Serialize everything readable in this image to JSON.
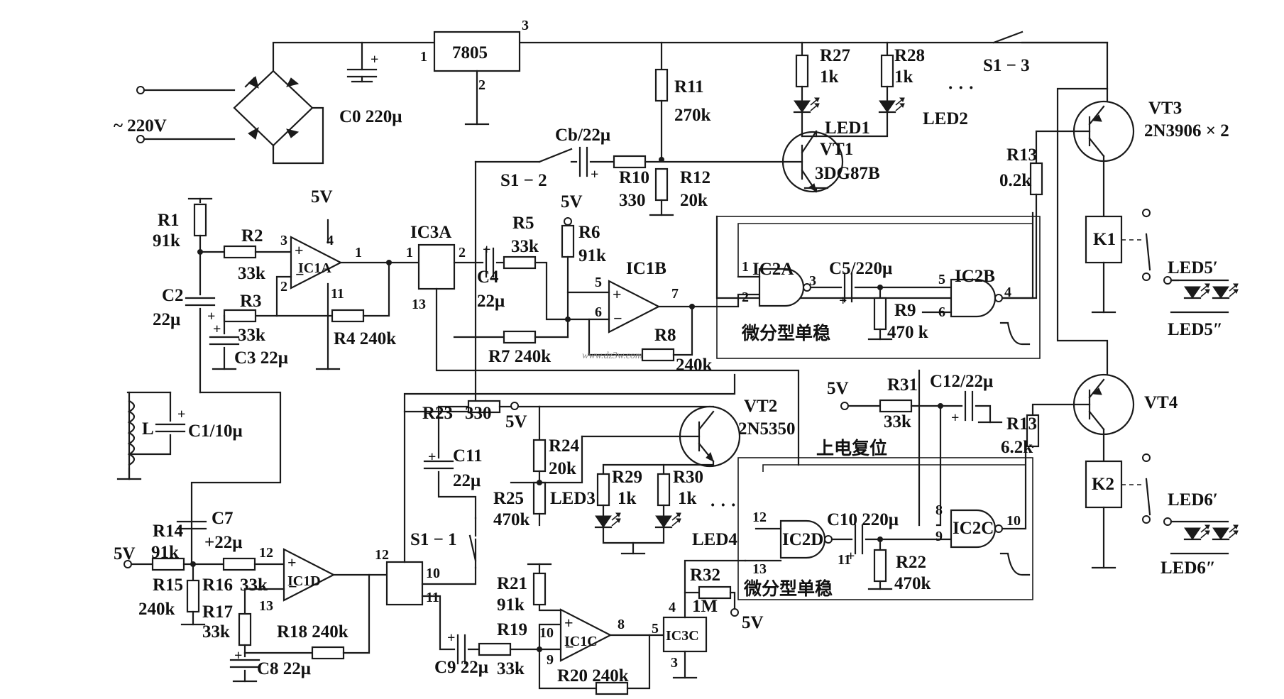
{
  "power": {
    "vac": "~ 220V",
    "reg": "7805",
    "p1": "1",
    "p2": "2",
    "p3": "3",
    "c0": "C0 220μ"
  },
  "res": {
    "r1": [
      "R1",
      "91k"
    ],
    "r2": [
      "R2",
      "33k"
    ],
    "r3": [
      "R3",
      "33k"
    ],
    "r4": [
      "R4 240k"
    ],
    "r5": [
      "R5",
      "33k"
    ],
    "r6": [
      "R6",
      "91k"
    ],
    "r7": [
      "R7 240k"
    ],
    "r8": [
      "R8",
      "240k"
    ],
    "r9": [
      "R9",
      "470 k"
    ],
    "r10": [
      "R10",
      "330"
    ],
    "r11": [
      "R11",
      "270k"
    ],
    "r12": [
      "R12",
      "20k"
    ],
    "r13a": [
      "R13",
      "0.2k"
    ],
    "r13b": [
      "R13",
      "6.2k"
    ],
    "r14": [
      "R14",
      "91k"
    ],
    "r15": [
      "R15",
      "240k"
    ],
    "r16": [
      "R16",
      "33k"
    ],
    "r17": [
      "R17",
      "33k"
    ],
    "r18": [
      "R18 240k"
    ],
    "r19": [
      "R19",
      "33k"
    ],
    "r20": [
      "R20 240k"
    ],
    "r21": [
      "R21",
      "91k"
    ],
    "r22": [
      "R22",
      "470k"
    ],
    "r23": [
      "R23",
      "330"
    ],
    "r24": [
      "R24",
      "20k"
    ],
    "r25": [
      "R25",
      "470k"
    ],
    "r27": [
      "R27",
      "1k"
    ],
    "r28": [
      "R28",
      "1k"
    ],
    "r29": [
      "R29",
      "1k"
    ],
    "r30": [
      "R30",
      "1k"
    ],
    "r31": [
      "R31",
      "33k"
    ],
    "r32": [
      "R32",
      "1M"
    ]
  },
  "caps": {
    "c1": "C1/10μ",
    "c2": [
      "C2",
      "22μ"
    ],
    "c3": "C3 22μ",
    "c4": [
      "C4",
      "22μ"
    ],
    "c5": "C5/220μ",
    "c7": [
      "C7",
      "+22μ"
    ],
    "c8": "C8 22μ",
    "c9": "C9 22μ",
    "c10": "C10 220μ",
    "c11": [
      "C11",
      "22μ"
    ],
    "c12": "C12/22μ",
    "cb": "Cb/22μ"
  },
  "ics": {
    "ic1a": "IC1A",
    "ic1b": "IC1B",
    "ic1c": "IC1C",
    "ic1d": "IC1D",
    "ic2a": "IC2A",
    "ic2b": "IC2B",
    "ic2c": "IC2C",
    "ic2d": "IC2D",
    "ic3a": "IC3A",
    "ic3c": "IC3C"
  },
  "semis": {
    "vt1": [
      "VT1",
      "3DG87B"
    ],
    "vt2": [
      "VT2",
      "2N5350"
    ],
    "vt3": [
      "VT3",
      "2N3906 × 2"
    ],
    "vt4": "VT4"
  },
  "leds": {
    "led1": "LED1",
    "led2": "LED2",
    "led3": "LED3",
    "led4": "LED4",
    "led5a": "LED5′",
    "led5b": "LED5″",
    "led6a": "LED6′",
    "led6b": "LED6″"
  },
  "switches": {
    "s11": "S1 − 1",
    "s12": "S1 − 2",
    "s13": "S1 − 3"
  },
  "relays": {
    "k1": "K1",
    "k2": "K2"
  },
  "misc": {
    "L": "L",
    "v5": "5V",
    "dots": "· · ·",
    "mono": "微分型单稳",
    "reset": "上电复位",
    "watermark": "www.dz3w.com"
  },
  "pins": {
    "p1a3": "3",
    "p1a4": "4",
    "p1a1": "1",
    "p1a2": "2",
    "p1a11": "11",
    "p3a1": "1",
    "p3a2": "2",
    "p3a13": "13",
    "p1b5": "5",
    "p1b6": "6",
    "p1b7": "7",
    "p2a1": "1",
    "p2a2": "2",
    "p2a3": "3",
    "p2b5": "5",
    "p2b6": "6",
    "p2b4": "4",
    "p1d12": "12",
    "p1d13": "13",
    "p3b12": "12",
    "p3b10": "10",
    "p3b11": "11",
    "p1c10": "10",
    "p1c9": "9",
    "p1c8": "8",
    "p3c4": "4",
    "p3c5": "5",
    "p3c3": "3",
    "p2d12": "12",
    "p2d13": "13",
    "p2d11": "11",
    "p2c8": "8",
    "p2c9": "9",
    "p2c10": "10"
  }
}
